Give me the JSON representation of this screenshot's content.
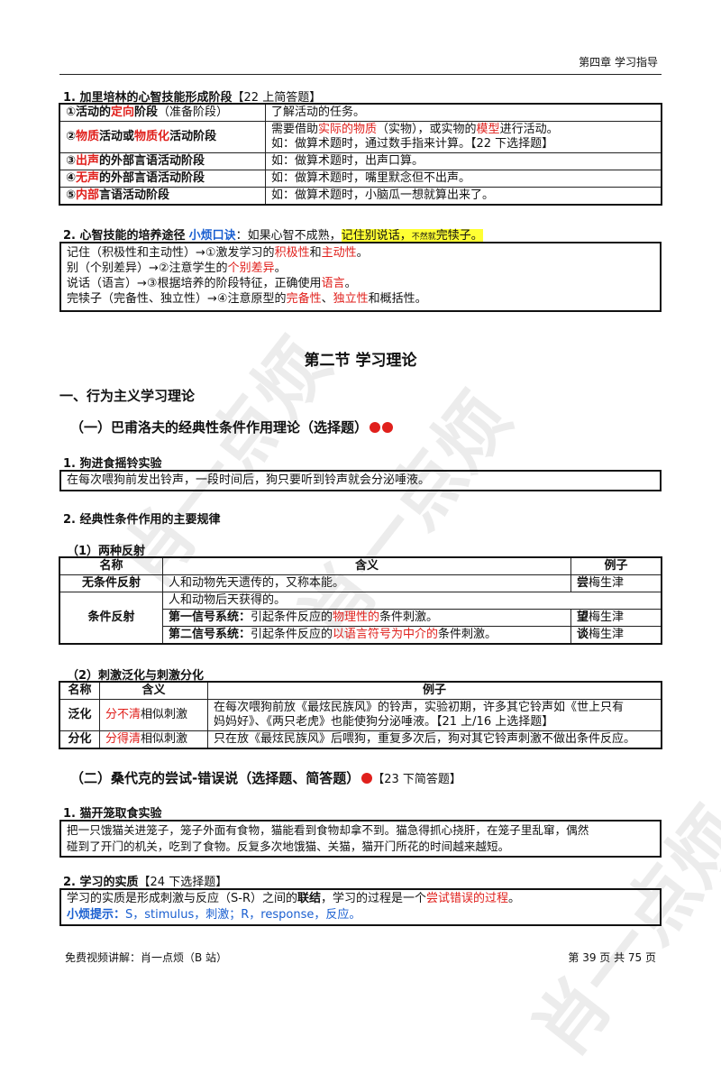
{
  "header": {
    "chapter": "第四章  学习指导"
  },
  "watermark": {
    "text": "肖一点烦"
  },
  "section1": {
    "title": "1. 加里培林的心智技能形成阶段",
    "tag": "【22 上简答题】",
    "rows": [
      {
        "stage_pre": "①活动的",
        "stage_red": "定向",
        "stage_post": "阶段",
        "stage_note": "（准备阶段）",
        "desc": "了解活动的任务。"
      },
      {
        "stage_a": "②",
        "stage_red1": "物质",
        "stage_mid": "活动或",
        "stage_red2": "物质化",
        "stage_post": "活动阶段",
        "desc_line1_pre": "需要借助",
        "desc_line1_red1": "实际的物质",
        "desc_line1_mid": "（实物），或实物的",
        "desc_line1_red2": "模型",
        "desc_line1_post": "进行活动。",
        "desc_line2": "如：做算术题时，通过数手指来计算。【22 下选择题】"
      },
      {
        "stage_a": "③",
        "stage_red": "出声",
        "stage_post": "的外部言语活动阶段",
        "desc": "如：做算术题时，出声口算。"
      },
      {
        "stage_a": "④",
        "stage_red": "无声",
        "stage_post": "的外部言语活动阶段",
        "desc": "如：做算术题时，嘴里默念但不出声。"
      },
      {
        "stage_a": "⑤",
        "stage_red": "内部",
        "stage_post": "言语活动阶段",
        "desc": "如：做算术题时，小脑瓜一想就算出来了。"
      }
    ]
  },
  "section2": {
    "title": "2. 心智技能的培养途径",
    "mnemonic_label": "小烦口诀",
    "mnemonic_pre": "：如果心智不成熟，",
    "mnemonic_hl1": "记住别说话，",
    "mnemonic_small": "不然就",
    "mnemonic_hl2": "完犊子。",
    "lines": [
      {
        "pre": "记住（积极性和主动性）→①激发学习的",
        "red1": "积极性",
        "mid": "和",
        "red2": "主动性",
        "post": "。"
      },
      {
        "pre": "别（个别差异）→②注意学生的",
        "red1": "个别差异",
        "mid": "",
        "red2": "",
        "post": "。"
      },
      {
        "pre": "说话（语言）→③根据培养的阶段特征，正确使用",
        "red1": "语言",
        "mid": "",
        "red2": "",
        "post": "。"
      },
      {
        "pre": "完犊子（完备性、独立性）→④注意原型的",
        "red1": "完备性",
        "mid": "、",
        "red2": "独立性",
        "post": "和概括性。"
      }
    ]
  },
  "section_title": "第二节  学习理论",
  "part1_title": "一、行为主义学习理论",
  "sub1_title": "（一）巴甫洛夫的经典性条件作用理论（选择题）",
  "dog": {
    "title": "1. 狗进食摇铃实验",
    "text": "在每次喂狗前发出铃声，一段时间后，狗只要听到铃声就会分泌唾液。"
  },
  "laws_title": "2. 经典性条件作用的主要规律",
  "reflex": {
    "title": "（1）两种反射",
    "headers": [
      "名称",
      "含义",
      "例子"
    ],
    "unconditioned": {
      "name": "无条件反射",
      "meaning": "人和动物先天遗传的，又称本能。",
      "ex_b": "尝",
      "ex": "梅生津"
    },
    "conditioned": {
      "name": "条件反射",
      "meaning": "人和动物后天获得的。",
      "sig1_label": "第一信号系统：",
      "sig1_pre": "引起条件反应的",
      "sig1_red": "物理性的",
      "sig1_post": "条件刺激。",
      "sig1_ex_b": "望",
      "sig1_ex": "梅生津",
      "sig2_label": "第二信号系统：",
      "sig2_pre": "引起条件反应的",
      "sig2_red": "以语言符号为中介的",
      "sig2_post": "条件刺激。",
      "sig2_ex_b": "谈",
      "sig2_ex": "梅生津"
    }
  },
  "generalization": {
    "title": "（2）刺激泛化与刺激分化",
    "headers": [
      "名称",
      "含义",
      "例子"
    ],
    "rows": [
      {
        "name": "泛化",
        "red": "分不清",
        "meaning_post": "相似刺激",
        "ex1": "在每次喂狗前放《最炫民族风》的铃声，实验初期，许多其它铃声如《世上只有",
        "ex2": "妈妈好》、《两只老虎》也能使狗分泌唾液。【21 上/16 上选择题】"
      },
      {
        "name": "分化",
        "red": "分得清",
        "meaning_post": "相似刺激",
        "ex1": "只在放《最炫民族风》后喂狗，重复多次后，狗对其它铃声刺激不做出条件反应。",
        "ex2": ""
      }
    ]
  },
  "sub2": {
    "title": "（二）桑代克的尝试-错误说（选择题、简答题）",
    "tag": "【23 下简答题】"
  },
  "cat": {
    "title": "1. 猫开笼取食实验",
    "line1": "把一只饿猫关进笼子，笼子外面有食物，猫能看到食物却拿不到。猫急得抓心挠肝，在笼子里乱窜，偶然",
    "line2": "碰到了开门的机关，吃到了食物。反复多次地饿猫、关猫，猫开门所花的时间越来越短。"
  },
  "essence": {
    "title": "2. 学习的实质",
    "tag": "【24 下选择题】",
    "pre": "学习的实质是形成刺激与反应（S-R）之间的",
    "bold": "联结",
    "mid": "，学习的过程是一个",
    "red": "尝试错误的过程",
    "post": "。",
    "tip_label": "小烦提示：",
    "tip": "S，stimulus，刺激；R，response，反应。"
  },
  "footer": {
    "left": "免费视频讲解：肖一点烦（B 站）",
    "right": "第 39 页 共 75 页"
  }
}
